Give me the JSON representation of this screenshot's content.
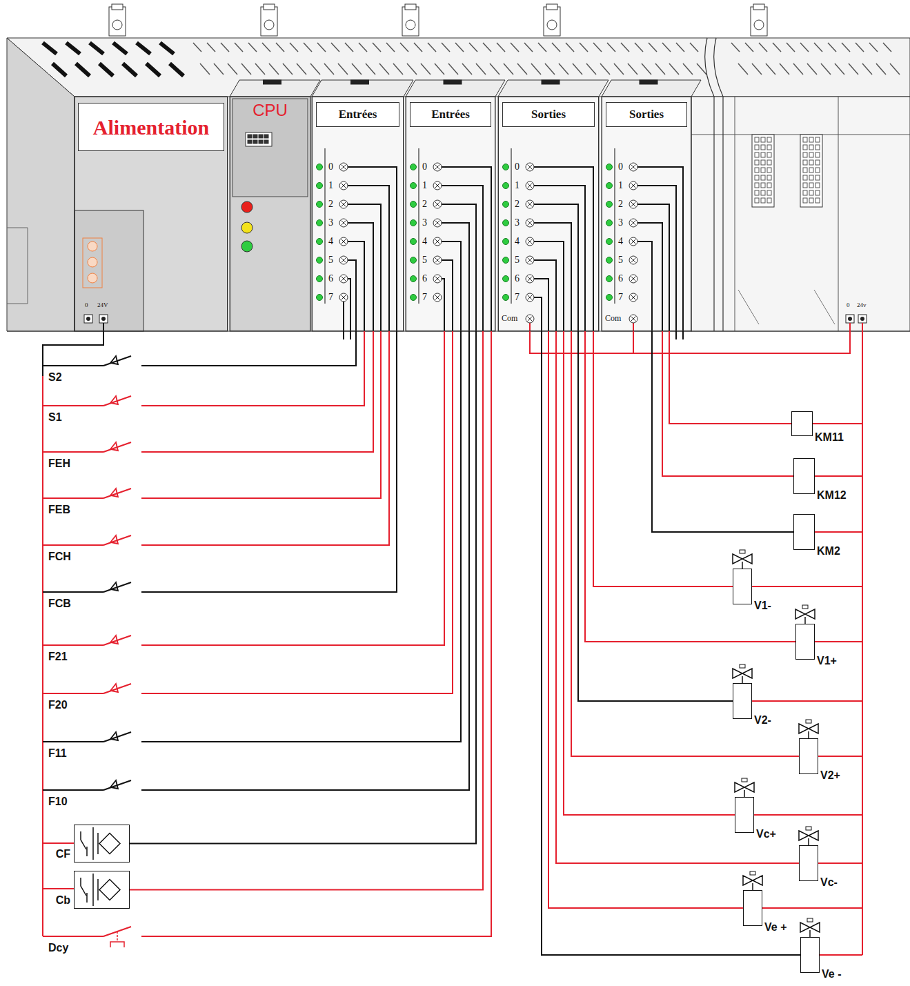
{
  "diagram": {
    "nodes": [
      {
        "text": [
          "Alimentation"
        ]
      },
      {
        "text": [
          "CPU"
        ]
      },
      {
        "text": [
          "Entrées"
        ]
      },
      {
        "text": [
          "Entrées"
        ]
      },
      {
        "text": [
          "Sorties"
        ]
      },
      {
        "text": [
          "Sorties"
        ]
      },
      {
        "text": [
          "KM11"
        ]
      },
      {
        "text": [
          "KM12"
        ]
      },
      {
        "text": [
          "KM2"
        ]
      },
      {
        "text": [
          "V1-"
        ]
      },
      {
        "text": [
          "V1+"
        ]
      },
      {
        "text": [
          "V2-"
        ]
      },
      {
        "text": [
          "V2+"
        ]
      },
      {
        "text": [
          "Vc+"
        ]
      },
      {
        "text": [
          "Vc-"
        ]
      },
      {
        "text": [
          "Ve +"
        ]
      },
      {
        "text": [
          "Ve -"
        ]
      },
      {
        "text": [
          "CF"
        ]
      },
      {
        "text": [
          "Cb"
        ]
      }
    ],
    "edges": [
      {
        "from": 4,
        "to": 9,
        "arrow": "none"
      },
      {
        "from": 4,
        "to": 10,
        "arrow": "none"
      },
      {
        "from": 4,
        "to": 11,
        "arrow": "none"
      },
      {
        "from": 4,
        "to": 12,
        "arrow": "none"
      },
      {
        "from": 4,
        "to": 13,
        "arrow": "none"
      },
      {
        "from": 4,
        "to": 14,
        "arrow": "none"
      },
      {
        "from": 4,
        "to": 15,
        "arrow": "none"
      },
      {
        "from": 4,
        "to": 16,
        "arrow": "none"
      },
      {
        "from": 5,
        "to": 6,
        "arrow": "none"
      },
      {
        "from": 5,
        "to": 7,
        "arrow": "none"
      },
      {
        "from": 5,
        "to": 8,
        "arrow": "none"
      },
      {
        "from": 17,
        "to": 3,
        "arrow": "none"
      },
      {
        "from": 18,
        "to": 3,
        "arrow": "none"
      }
    ],
    "labels": [
      "0",
      "24V",
      "0",
      "1",
      "2",
      "3",
      "4",
      "5",
      "6",
      "7",
      "0",
      "1",
      "2",
      "3",
      "4",
      "5",
      "6",
      "7",
      "0",
      "1",
      "2",
      "3",
      "4",
      "5",
      "6",
      "7",
      "Com",
      "0",
      "1",
      "2",
      "3",
      "4",
      "5",
      "6",
      "7",
      "Com",
      "0",
      "24v",
      "S2",
      "S1",
      "FEH",
      "FEB",
      "FCH",
      "FCB",
      "F21",
      "F20",
      "F11",
      "F10",
      "Dcy"
    ]
  }
}
